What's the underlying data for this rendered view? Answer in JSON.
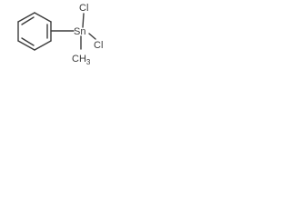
{
  "molecule": {
    "atoms": {
      "tin": "Sn",
      "chlorine_1": "Cl",
      "chlorine_2": "Cl",
      "methyl": "CH3"
    }
  },
  "colors": {
    "bond": "#3b3b3b",
    "label": "#3b3b3b",
    "background": "#ffffff"
  }
}
